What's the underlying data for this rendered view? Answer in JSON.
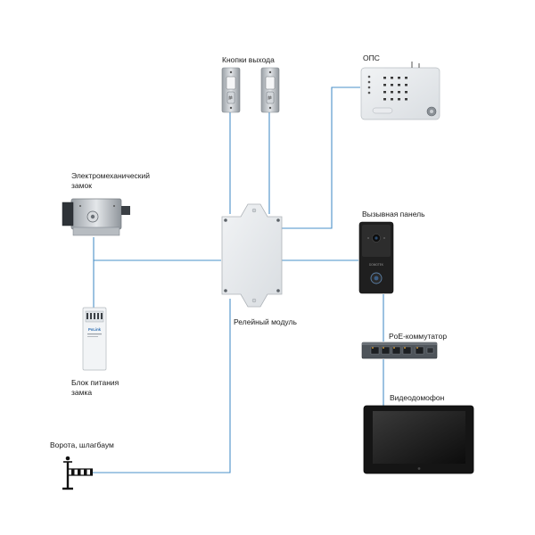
{
  "labels": {
    "exit_buttons": "Кнопки выхода",
    "alarm_panel": "ОПС",
    "lock": "Электромеханический замок",
    "call_panel": "Вызывная панель",
    "relay_module": "Релейный модуль",
    "poe_switch": "PoE-коммутатор",
    "lock_psu": "Блок питания замка",
    "videophone": "Видеодомофон",
    "gate": "Ворота, шлагбаум"
  },
  "psu_brand": "PoLink",
  "call_panel_brand": "DOMOTEK",
  "colors": {
    "wire": "#4a90c8",
    "device_light": "#e8ebee",
    "device_dark": "#2b2b2b",
    "steel": "#c8ccd0"
  }
}
